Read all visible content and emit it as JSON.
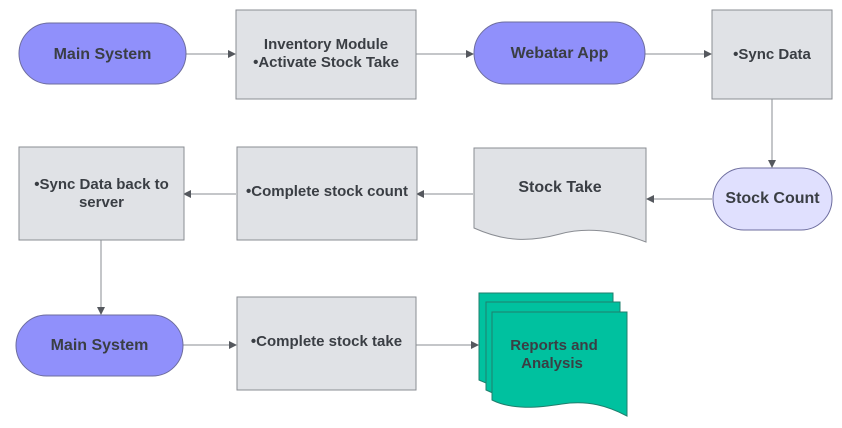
{
  "colors": {
    "pill": "#9090fb",
    "pill_light": "#e0e0fe",
    "box": "#e0e2e6",
    "multidoc": "#00c19f",
    "text": "#3a3e44",
    "edge": "#8a8d93"
  },
  "nodes": {
    "main_system_top": {
      "label": "Main System"
    },
    "inventory_module": {
      "line1": "Inventory Module",
      "line2": "•Activate Stock Take"
    },
    "webatar_app": {
      "label": "Webatar App"
    },
    "sync_data": {
      "label": "•Sync Data"
    },
    "stock_count": {
      "label": "Stock Count"
    },
    "stock_take": {
      "label": "Stock Take"
    },
    "complete_stock_count": {
      "label": "•Complete stock count"
    },
    "sync_back": {
      "line1": "•Sync Data back to",
      "line2": "server"
    },
    "main_system_bottom": {
      "label": "Main System"
    },
    "complete_stock_take": {
      "label": "•Complete stock take"
    },
    "reports_analysis": {
      "line1": "Reports and",
      "line2": "Analysis"
    }
  },
  "edges": [
    {
      "from": "main_system_top",
      "to": "inventory_module"
    },
    {
      "from": "inventory_module",
      "to": "webatar_app"
    },
    {
      "from": "webatar_app",
      "to": "sync_data"
    },
    {
      "from": "sync_data",
      "to": "stock_count"
    },
    {
      "from": "stock_count",
      "to": "stock_take"
    },
    {
      "from": "stock_take",
      "to": "complete_stock_count"
    },
    {
      "from": "complete_stock_count",
      "to": "sync_back"
    },
    {
      "from": "sync_back",
      "to": "main_system_bottom"
    },
    {
      "from": "main_system_bottom",
      "to": "complete_stock_take"
    },
    {
      "from": "complete_stock_take",
      "to": "reports_analysis"
    }
  ]
}
